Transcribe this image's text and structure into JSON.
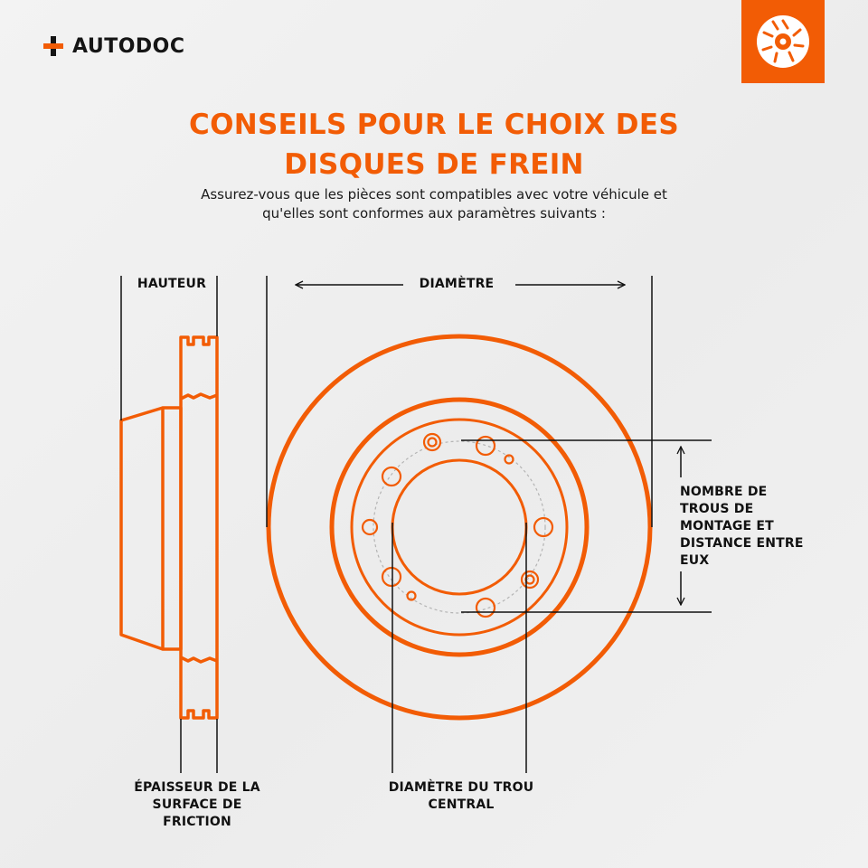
{
  "brand": {
    "name": "AUTODOC",
    "accent_color": "#f25c05",
    "logo_icon": "plus-icon",
    "badge_icon": "brake-disc-icon"
  },
  "heading": {
    "title_line1": "CONSEILS POUR LE CHOIX DES",
    "title_line2": "DISQUES DE FREIN",
    "subtitle_line1": "Assurez-vous que les pièces sont compatibles avec votre véhicule et",
    "subtitle_line2": "qu'elles sont conformes aux paramètres suivants :"
  },
  "labels": {
    "hauteur": "HAUTEUR",
    "diametre": "DIAMÈTRE",
    "trous": [
      "NOMBRE DE",
      "TROUS DE",
      "MONTAGE ET",
      "DISTANCE ENTRE",
      "EUX"
    ],
    "epaisseur": [
      "ÉPAISSEUR DE LA",
      "SURFACE DE",
      "FRICTION"
    ],
    "central": [
      "DIAMÈTRE DU TROU",
      "CENTRAL"
    ]
  }
}
